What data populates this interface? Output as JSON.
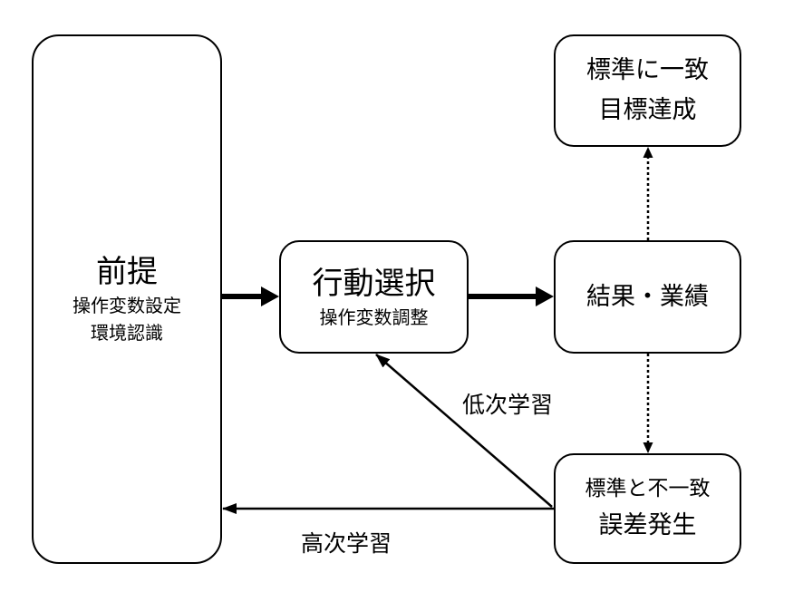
{
  "nodes": {
    "premise": {
      "title": "前提",
      "lines": [
        "操作変数設定",
        "環境認識"
      ]
    },
    "action": {
      "title": "行動選択",
      "sub": "操作変数調整"
    },
    "result": {
      "title": "結果・業績"
    },
    "match": {
      "lines": [
        "標準に一致",
        "目標達成"
      ]
    },
    "mismatch": {
      "lines": [
        "標準と不一致",
        "誤差発生"
      ]
    }
  },
  "edges": {
    "low_learning": "低次学習",
    "high_learning": "高次学習"
  }
}
